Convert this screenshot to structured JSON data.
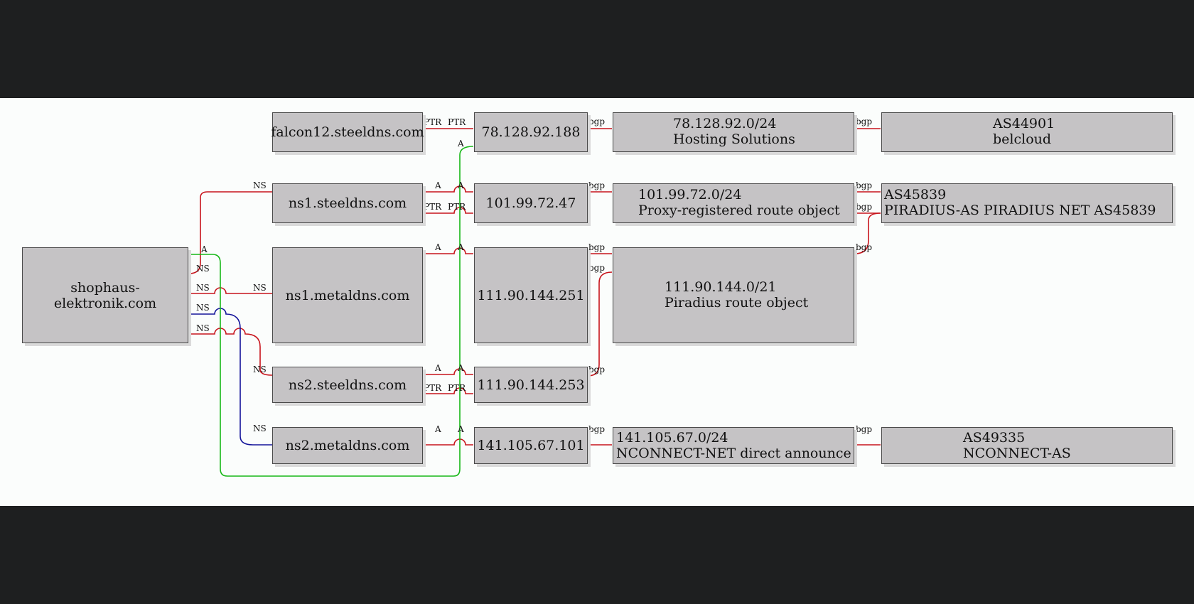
{
  "nodes": {
    "domain": {
      "name": "shophaus-elektronik.com"
    },
    "falcon12": {
      "name": "falcon12.steeldns.com"
    },
    "ns1steel": {
      "name": "ns1.steeldns.com"
    },
    "ns1metal": {
      "name": "ns1.metaldns.com"
    },
    "ns2steel": {
      "name": "ns2.steeldns.com"
    },
    "ns2metal": {
      "name": "ns2.metaldns.com"
    },
    "ip1": {
      "name": "78.128.92.188"
    },
    "ip2": {
      "name": "101.99.72.47"
    },
    "ip3": {
      "name": "111.90.144.251"
    },
    "ip4": {
      "name": "111.90.144.253"
    },
    "ip5": {
      "name": "141.105.67.101"
    },
    "net1": {
      "prefix": "78.128.92.0/24",
      "desc": "Hosting Solutions"
    },
    "net2": {
      "prefix": "101.99.72.0/24",
      "desc": "Proxy-registered route object"
    },
    "net3": {
      "prefix": "111.90.144.0/21",
      "desc": "Piradius route object"
    },
    "net4": {
      "prefix": "141.105.67.0/24",
      "desc": "NCONNECT-NET direct announce"
    },
    "as1": {
      "asn": "AS44901",
      "desc": "belcloud"
    },
    "as2": {
      "asn": "AS45839",
      "desc": "PIRADIUS-AS PIRADIUS NET AS45839"
    },
    "as3": {
      "asn": "AS49335",
      "desc": "NCONNECT-AS"
    }
  },
  "edge_labels": {
    "ns": "NS",
    "a": "A",
    "ptr": "PTR",
    "bgp": "bgp"
  },
  "colors": {
    "red": "#c8141c",
    "green": "#18b818",
    "blue": "#14149a"
  }
}
